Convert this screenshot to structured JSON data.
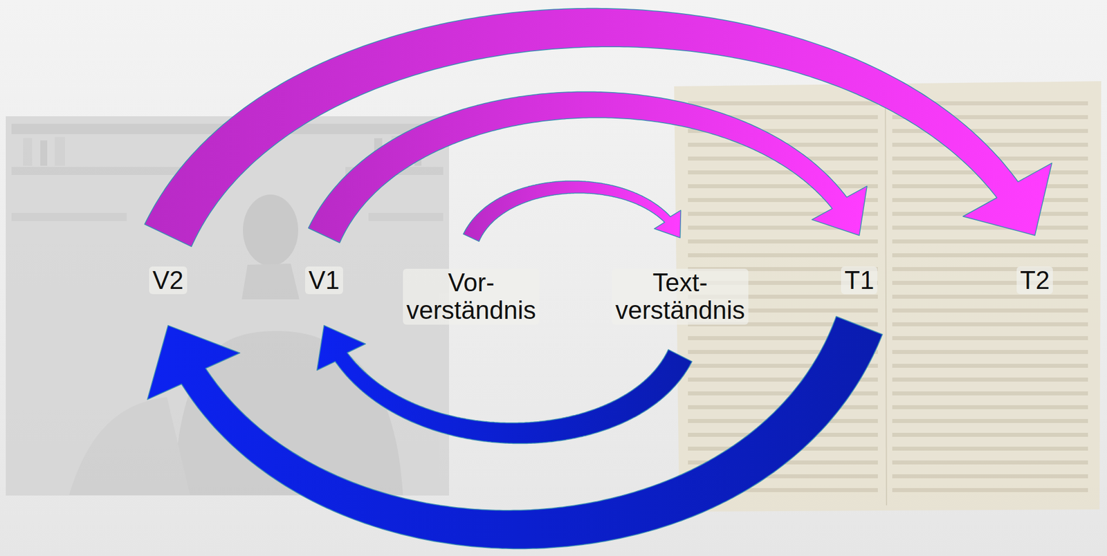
{
  "diagram": {
    "nodes": [
      {
        "text": [
          "V2"
        ]
      },
      {
        "text": [
          "V1"
        ]
      },
      {
        "text": [
          "Vor- verständnis"
        ]
      },
      {
        "text": [
          "Text- verständnis"
        ]
      },
      {
        "text": [
          "T1"
        ]
      },
      {
        "text": [
          "T2"
        ]
      }
    ],
    "edges": [
      {
        "from": 2,
        "to": 3,
        "arrow": "to"
      },
      {
        "from": 3,
        "to": 1,
        "arrow": "to"
      },
      {
        "from": 1,
        "to": 4,
        "arrow": "to"
      },
      {
        "from": 4,
        "to": 0,
        "arrow": "to"
      },
      {
        "from": 0,
        "to": 5,
        "arrow": "to"
      }
    ]
  }
}
